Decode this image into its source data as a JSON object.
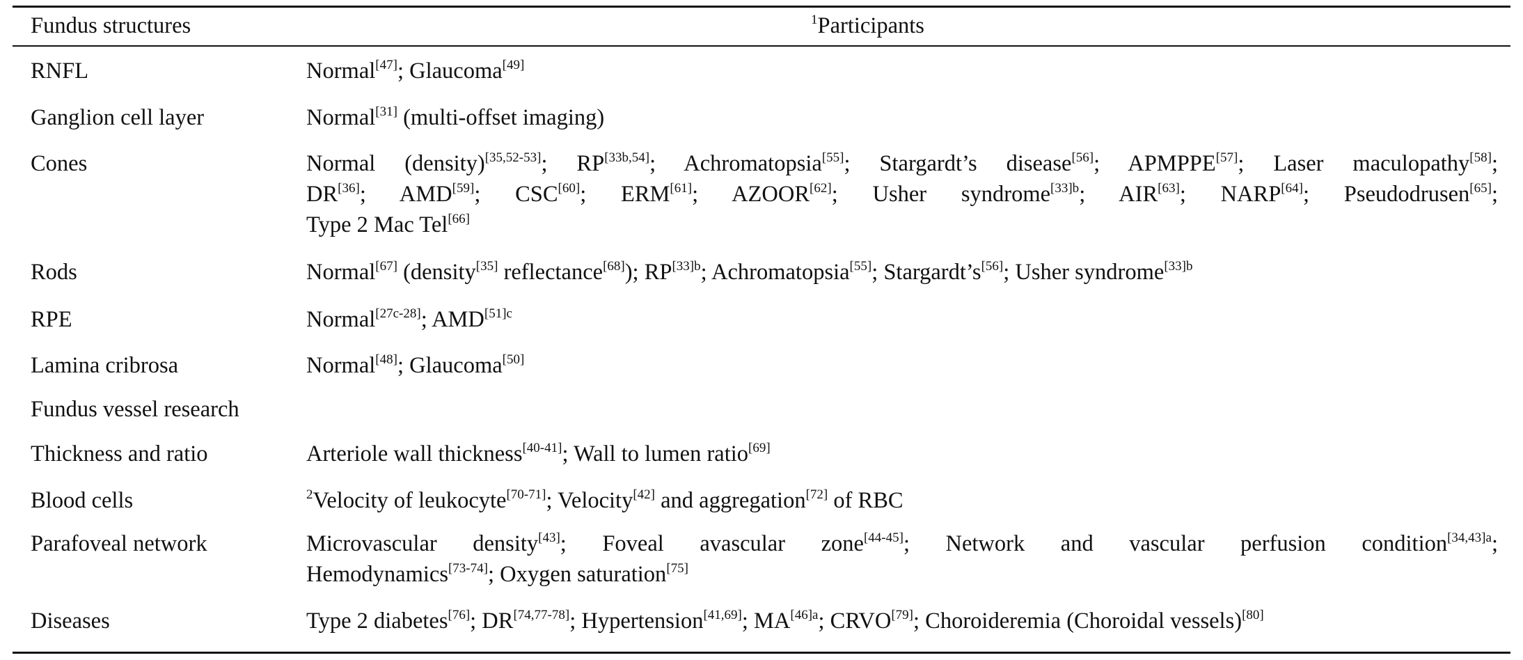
{
  "header": {
    "col1": "Fundus structures",
    "col2_sup": "1",
    "col2": "Participants"
  },
  "rows": [
    {
      "label": "RNFL",
      "parts": [
        {
          "t": "Normal"
        },
        {
          "s": "[47]"
        },
        {
          "t": "; Glaucoma"
        },
        {
          "s": "[49]"
        }
      ]
    },
    {
      "label": "Ganglion cell layer",
      "parts": [
        {
          "t": "Normal"
        },
        {
          "s": "[31]"
        },
        {
          "t": " (multi-offset imaging)"
        }
      ]
    },
    {
      "label": "Cones",
      "lines": [
        [
          {
            "t": "Normal (density)"
          },
          {
            "s": "[35,52-53]"
          },
          {
            "t": "; RP"
          },
          {
            "s": "[33b,54]"
          },
          {
            "t": "; Achromatopsia"
          },
          {
            "s": "[55]"
          },
          {
            "t": "; Stargardt’s disease"
          },
          {
            "s": "[56]"
          },
          {
            "t": "; APMPPE"
          },
          {
            "s": "[57]"
          },
          {
            "t": "; Laser maculopathy"
          },
          {
            "s": "[58]"
          },
          {
            "t": ";"
          }
        ],
        [
          {
            "t": "DR"
          },
          {
            "s": "[36]"
          },
          {
            "t": "; AMD"
          },
          {
            "s": "[59]"
          },
          {
            "t": "; CSC"
          },
          {
            "s": "[60]"
          },
          {
            "t": "; ERM"
          },
          {
            "s": "[61]"
          },
          {
            "t": "; AZOOR"
          },
          {
            "s": "[62]"
          },
          {
            "t": "; Usher syndrome"
          },
          {
            "s": "[33]b"
          },
          {
            "t": "; AIR"
          },
          {
            "s": "[63]"
          },
          {
            "t": "; NARP"
          },
          {
            "s": "[64]"
          },
          {
            "t": "; Pseudodrusen"
          },
          {
            "s": "[65]"
          },
          {
            "t": ";"
          }
        ],
        [
          {
            "t": "Type 2 Mac Tel"
          },
          {
            "s": "[66]"
          }
        ]
      ]
    },
    {
      "label": "Rods",
      "parts": [
        {
          "t": "Normal"
        },
        {
          "s": "[67]"
        },
        {
          "t": " (density"
        },
        {
          "s": "[35]"
        },
        {
          "t": " reflectance"
        },
        {
          "s": "[68]"
        },
        {
          "t": "); RP"
        },
        {
          "s": "[33]b"
        },
        {
          "t": "; Achromatopsia"
        },
        {
          "s": "[55]"
        },
        {
          "t": "; Stargardt’s"
        },
        {
          "s": "[56]"
        },
        {
          "t": "; Usher syndrome"
        },
        {
          "s": "[33]b"
        }
      ]
    },
    {
      "label": "RPE",
      "parts": [
        {
          "t": "Normal"
        },
        {
          "s": "[27c-28]"
        },
        {
          "t": "; AMD"
        },
        {
          "s": "[51]c"
        }
      ]
    },
    {
      "label": "Lamina cribrosa",
      "parts": [
        {
          "t": "Normal"
        },
        {
          "s": "[48]"
        },
        {
          "t": "; Glaucoma"
        },
        {
          "s": "[50]"
        }
      ]
    },
    {
      "label": "Fundus vessel research",
      "parts": []
    },
    {
      "label": "Thickness and ratio",
      "parts": [
        {
          "t": "Arteriole wall thickness"
        },
        {
          "s": "[40-41]"
        },
        {
          "t": "; Wall to lumen ratio"
        },
        {
          "s": "[69]"
        }
      ]
    },
    {
      "label": "Blood cells",
      "parts": [
        {
          "s": "2"
        },
        {
          "t": "Velocity of leukocyte"
        },
        {
          "s": "[70-71]"
        },
        {
          "t": "; Velocity"
        },
        {
          "s": "[42]"
        },
        {
          "t": " and aggregation"
        },
        {
          "s": "[72]"
        },
        {
          "t": " of RBC"
        }
      ]
    },
    {
      "label": "Parafoveal network",
      "lines": [
        [
          {
            "t": "Microvascular density"
          },
          {
            "s": "[43]"
          },
          {
            "t": "; Foveal avascular zone"
          },
          {
            "s": "[44-45]"
          },
          {
            "t": "; Network and vascular perfusion condition"
          },
          {
            "s": "[34,43]a"
          },
          {
            "t": ";"
          }
        ],
        [
          {
            "t": "Hemodynamics"
          },
          {
            "s": "[73-74]"
          },
          {
            "t": "; Oxygen saturation"
          },
          {
            "s": "[75]"
          }
        ]
      ]
    },
    {
      "label": "Diseases",
      "parts": [
        {
          "t": "Type 2 diabetes"
        },
        {
          "s": "[76]"
        },
        {
          "t": "; DR"
        },
        {
          "s": "[74,77-78]"
        },
        {
          "t": "; Hypertension"
        },
        {
          "s": "[41,69]"
        },
        {
          "t": "; MA"
        },
        {
          "s": "[46]a"
        },
        {
          "t": "; CRVO"
        },
        {
          "s": "[79]"
        },
        {
          "t": "; Choroideremia (Choroidal vessels)"
        },
        {
          "s": "[80]"
        }
      ]
    }
  ]
}
